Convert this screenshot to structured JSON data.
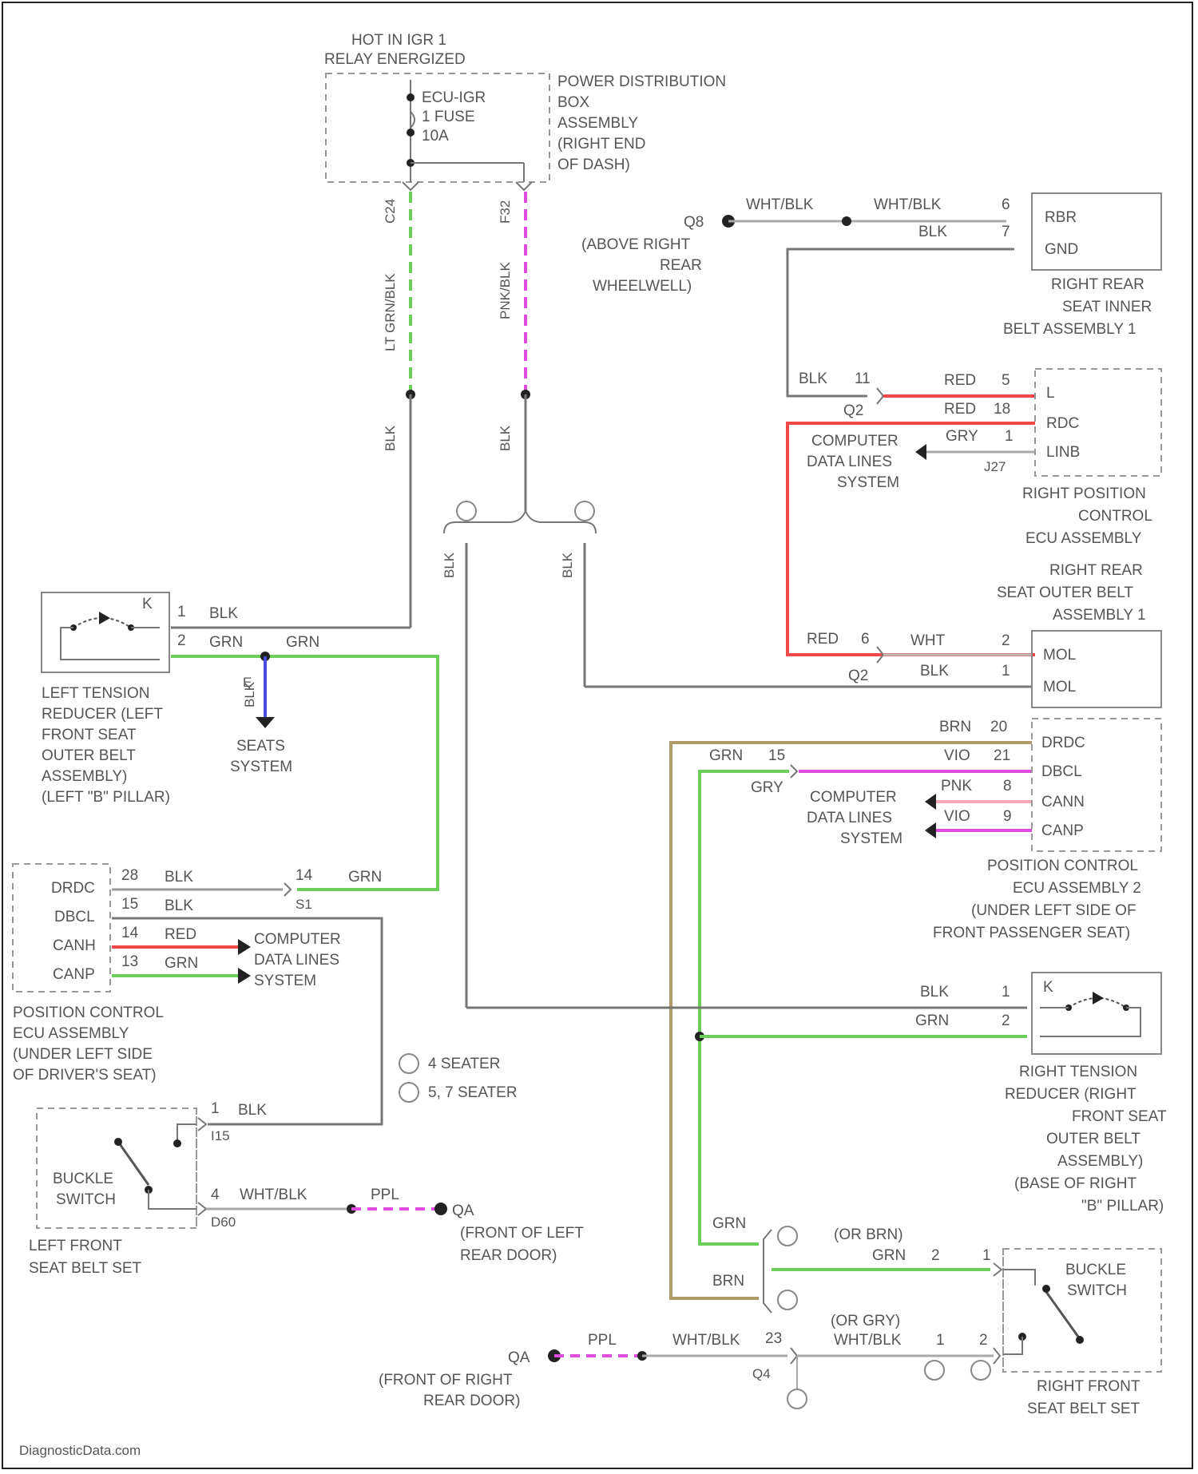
{
  "labels": {
    "hot_in_igr": "HOT IN IGR 1",
    "relay_energized": "RELAY ENERGIZED",
    "fuse_name": "ECU-IGR",
    "fuse_num": "1 FUSE",
    "fuse_amp": "10A",
    "pdb": [
      "POWER DISTRIBUTION",
      "BOX",
      "ASSEMBLY",
      "(RIGHT END",
      "OF DASH)"
    ],
    "c24": "C24",
    "f32": "F32",
    "wire_ltgrn_blk": "LT GRN/BLK",
    "wire_pnk_blk": "PNK/BLK",
    "q8": "Q8",
    "q8_loc": [
      "(ABOVE RIGHT",
      "REAR",
      "WHEELWELL)"
    ],
    "wht_blk_a": "WHT/BLK",
    "wht_blk_b": "WHT/BLK",
    "pin6": "6",
    "blk_pin7": "BLK",
    "pin7": "7",
    "rbr": "RBR",
    "gnd": "GND",
    "rr_inner": [
      "RIGHT REAR",
      "SEAT INNER",
      "BELT ASSEMBLY 1"
    ],
    "blk_11": "BLK",
    "pin11": "11",
    "q2": "Q2",
    "red_5": "RED",
    "pin5": "5",
    "red_18": "RED",
    "pin18": "18",
    "gry_1": "GRY",
    "pin1": "1",
    "j27": "J27",
    "l": "L",
    "rdc": "RDC",
    "linb": "LINB",
    "cdl_a": [
      "COMPUTER",
      "DATA LINES",
      "SYSTEM"
    ],
    "rpc": [
      "RIGHT POSITION",
      "CONTROL",
      "ECU ASSEMBLY"
    ],
    "blk_a": "BLK",
    "blk_b": "BLK",
    "blk_c": "BLK",
    "blk_d": "BLK",
    "rr_outer": [
      "RIGHT REAR",
      "SEAT OUTER BELT",
      "ASSEMBLY 1"
    ],
    "red_6": "RED",
    "pin6b": "6",
    "wht_2": "WHT",
    "pin2": "2",
    "blk_1": "BLK",
    "pin1b": "1",
    "q2b": "Q2",
    "mol_a": "MOL",
    "mol_b": "MOL",
    "ltr_k": "K",
    "ltr_pin1": "1",
    "ltr_pin2": "2",
    "ltr_blk": "BLK",
    "ltr_grn_a": "GRN",
    "ltr_grn_b": "GRN",
    "e_blk": "E",
    "e_wire": "BLK",
    "seats": [
      "SEATS",
      "SYSTEM"
    ],
    "left_tension": [
      "LEFT TENSION",
      "REDUCER (LEFT",
      "FRONT SEAT",
      "OUTER BELT",
      "ASSEMBLY)",
      "(LEFT \"B\" PILLAR)"
    ],
    "brn_20": "BRN",
    "pin20": "20",
    "vio_21": "VIO",
    "pin21": "21",
    "grn_15": "GRN",
    "pin15": "15",
    "grn_p": "GRY",
    "pnk_8": "PNK",
    "pin8": "8",
    "vio_9": "VIO",
    "pin9": "9",
    "drdc": "DRDC",
    "dbcl": "DBCL",
    "canh": "CANN",
    "canp": "CANP",
    "cdl_b": [
      "COMPUTER",
      "DATA LINES",
      "SYSTEM"
    ],
    "pc2": [
      "POSITION CONTROL",
      "ECU ASSEMBLY 2",
      "(UNDER LEFT SIDE OF",
      "FRONT PASSENGER SEAT)"
    ],
    "l_drdc": "DRDC",
    "l_dbcl": "DBCL",
    "l_canh": "CANH",
    "l_canp": "CANP",
    "p28": "28",
    "p28_w": "BLK",
    "p15": "15",
    "p15_w": "BLK",
    "p14": "14",
    "p14_w": "RED",
    "p13": "13",
    "p13_w": "GRN",
    "p14b": "14",
    "p14b_w": "GRN",
    "s1": "S1",
    "cdl_c": [
      "COMPUTER",
      "DATA LINES",
      "SYSTEM"
    ],
    "pc_left": [
      "POSITION CONTROL",
      "ECU ASSEMBLY",
      "(UNDER LEFT SIDE",
      "OF DRIVER'S SEAT)"
    ],
    "legend_4": "4 SEATER",
    "legend_57": "5, 7 SEATER",
    "r_blk": "BLK",
    "r_pin1": "1",
    "r_grn": "GRN",
    "r_pin2": "2",
    "r_k": "K",
    "rtr": [
      "RIGHT TENSION",
      "REDUCER (RIGHT",
      "FRONT SEAT",
      "OUTER BELT",
      "ASSEMBLY)",
      "(BASE OF RIGHT",
      "\"B\" PILLAR)"
    ],
    "bs_pin1": "1",
    "bs_blk": "BLK",
    "i15": "I15",
    "buckle": [
      "BUCKLE",
      "SWITCH"
    ],
    "bs_pin4": "4",
    "bs_whtblk": "WHT/BLK",
    "d60": "D60",
    "ppl_l": "PPL",
    "qa_l": "QA",
    "qa_l_loc": [
      "(FRONT OF LEFT",
      "REAR DOOR)"
    ],
    "lfsbs": [
      "LEFT FRONT",
      "SEAT BELT SET"
    ],
    "r_grn_w": "GRN",
    "r_brn_w": "BRN",
    "or_brn": "(OR BRN)",
    "rb_grn": "GRN",
    "rb_pin2": "2",
    "rb_pin1": "1",
    "rb_buckle": [
      "BUCKLE",
      "SWITCH"
    ],
    "qa_r": "QA",
    "ppl_r": "PPL",
    "r_whtblk": "WHT/BLK",
    "r_pin23": "23",
    "or_gry": "(OR GRY)",
    "r_whtblk2": "WHT/BLK",
    "r_p1": "1",
    "r_p2": "2",
    "q4": "Q4",
    "qa_r_loc": [
      "(FRONT OF RIGHT",
      "REAR DOOR)"
    ],
    "rfsbs": [
      "RIGHT FRONT",
      "SEAT BELT SET"
    ],
    "footer": "DiagnosticData.com"
  },
  "colors": {
    "green": "#6ccf5a",
    "pink": "#e24be2",
    "red": "#f04848",
    "gray": "#777777",
    "tan": "#b09a6a",
    "blue": "#4a4ae0",
    "lightpink": "#f4a8b8"
  }
}
